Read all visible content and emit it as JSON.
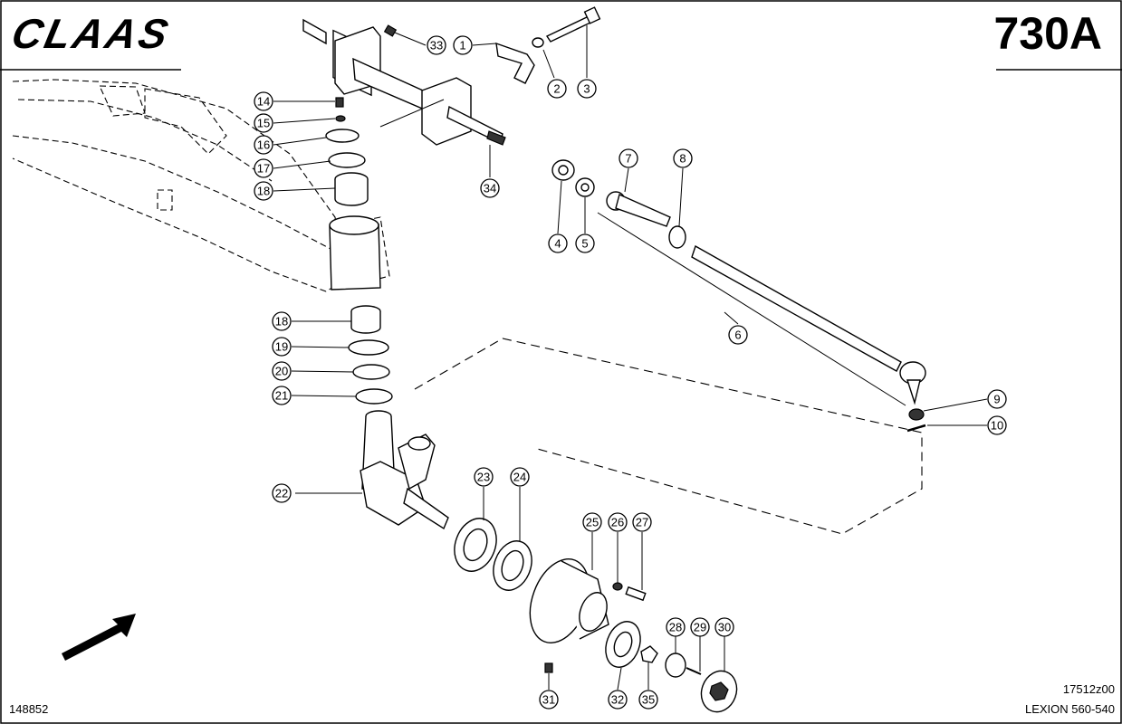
{
  "header": {
    "logo": "CLAAS",
    "page_code": "730A"
  },
  "footer": {
    "figure_number": "148852",
    "drawing_code": "17512z00",
    "model": "LEXION 560-540"
  },
  "callouts": [
    "1",
    "2",
    "3",
    "4",
    "5",
    "6",
    "7",
    "8",
    "9",
    "10",
    "14",
    "15",
    "16",
    "17",
    "18",
    "18",
    "19",
    "20",
    "21",
    "22",
    "23",
    "24",
    "25",
    "26",
    "27",
    "28",
    "29",
    "30",
    "31",
    "32",
    "33",
    "34",
    "35"
  ]
}
